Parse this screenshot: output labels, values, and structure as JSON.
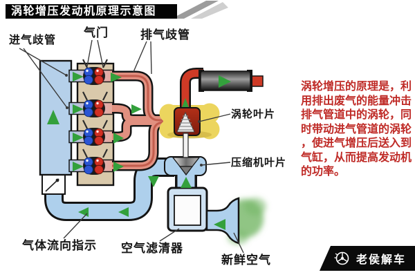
{
  "title": "涡轮增压发动机原理示意图",
  "labels": {
    "intake_manifold": "进气歧管",
    "valve": "气门",
    "exhaust_manifold": "排气歧管",
    "turbine_blade": "涡轮叶片",
    "compressor_blade": "压缩机叶片",
    "flow_indicator": "气体流向指示",
    "air_filter": "空气滤清器",
    "fresh_air": "新鲜空气"
  },
  "description": "涡轮增压的原理是，利\n用排出废气的能量冲击\n排气管道中的涡轮，同\n时带动进气管道的涡轮\n，使进气增压后送入到\n气缸，从而提高发动机\n的功率。",
  "watermark": "老侯解车",
  "colors": {
    "title_bg": "#050505",
    "title_fg": "#ffffff",
    "label_fg": "#161616",
    "description_fg": "#bf2a26",
    "arrow_green": "#33a03c",
    "pipe_salmon": "#e19080",
    "exhaust_red": "#ce3a26",
    "duct_blue": "#aed0ec",
    "plenum_blue": "#b5d0ea",
    "engine_tan": "#d9c9ab",
    "turbo_yellow": "#ecd55e",
    "valve_blue": "#2b55d4",
    "valve_red": "#d03024",
    "fresh_green": "#74b766",
    "watermark_bg": "#0b0b0b"
  }
}
